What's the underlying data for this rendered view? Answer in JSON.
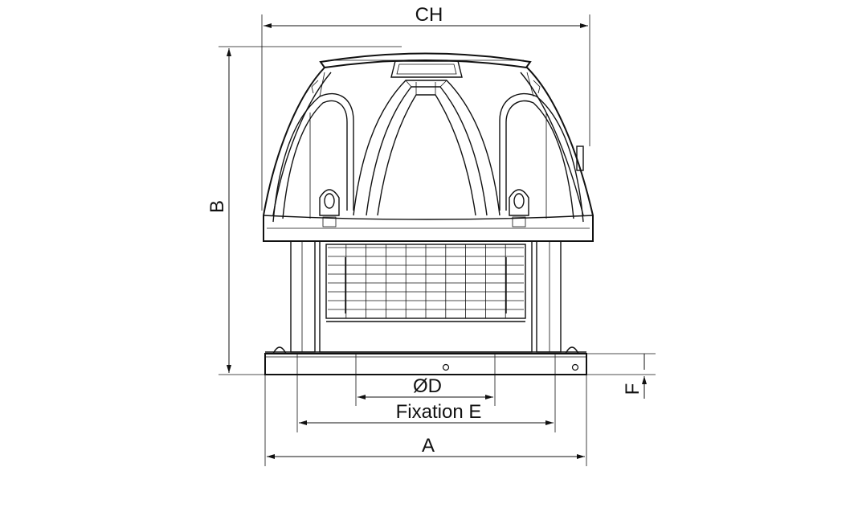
{
  "dimensions": {
    "ch": "CH",
    "b": "B",
    "d": "ØD",
    "fixation": "Fixation E",
    "a": "A",
    "f": "F"
  }
}
